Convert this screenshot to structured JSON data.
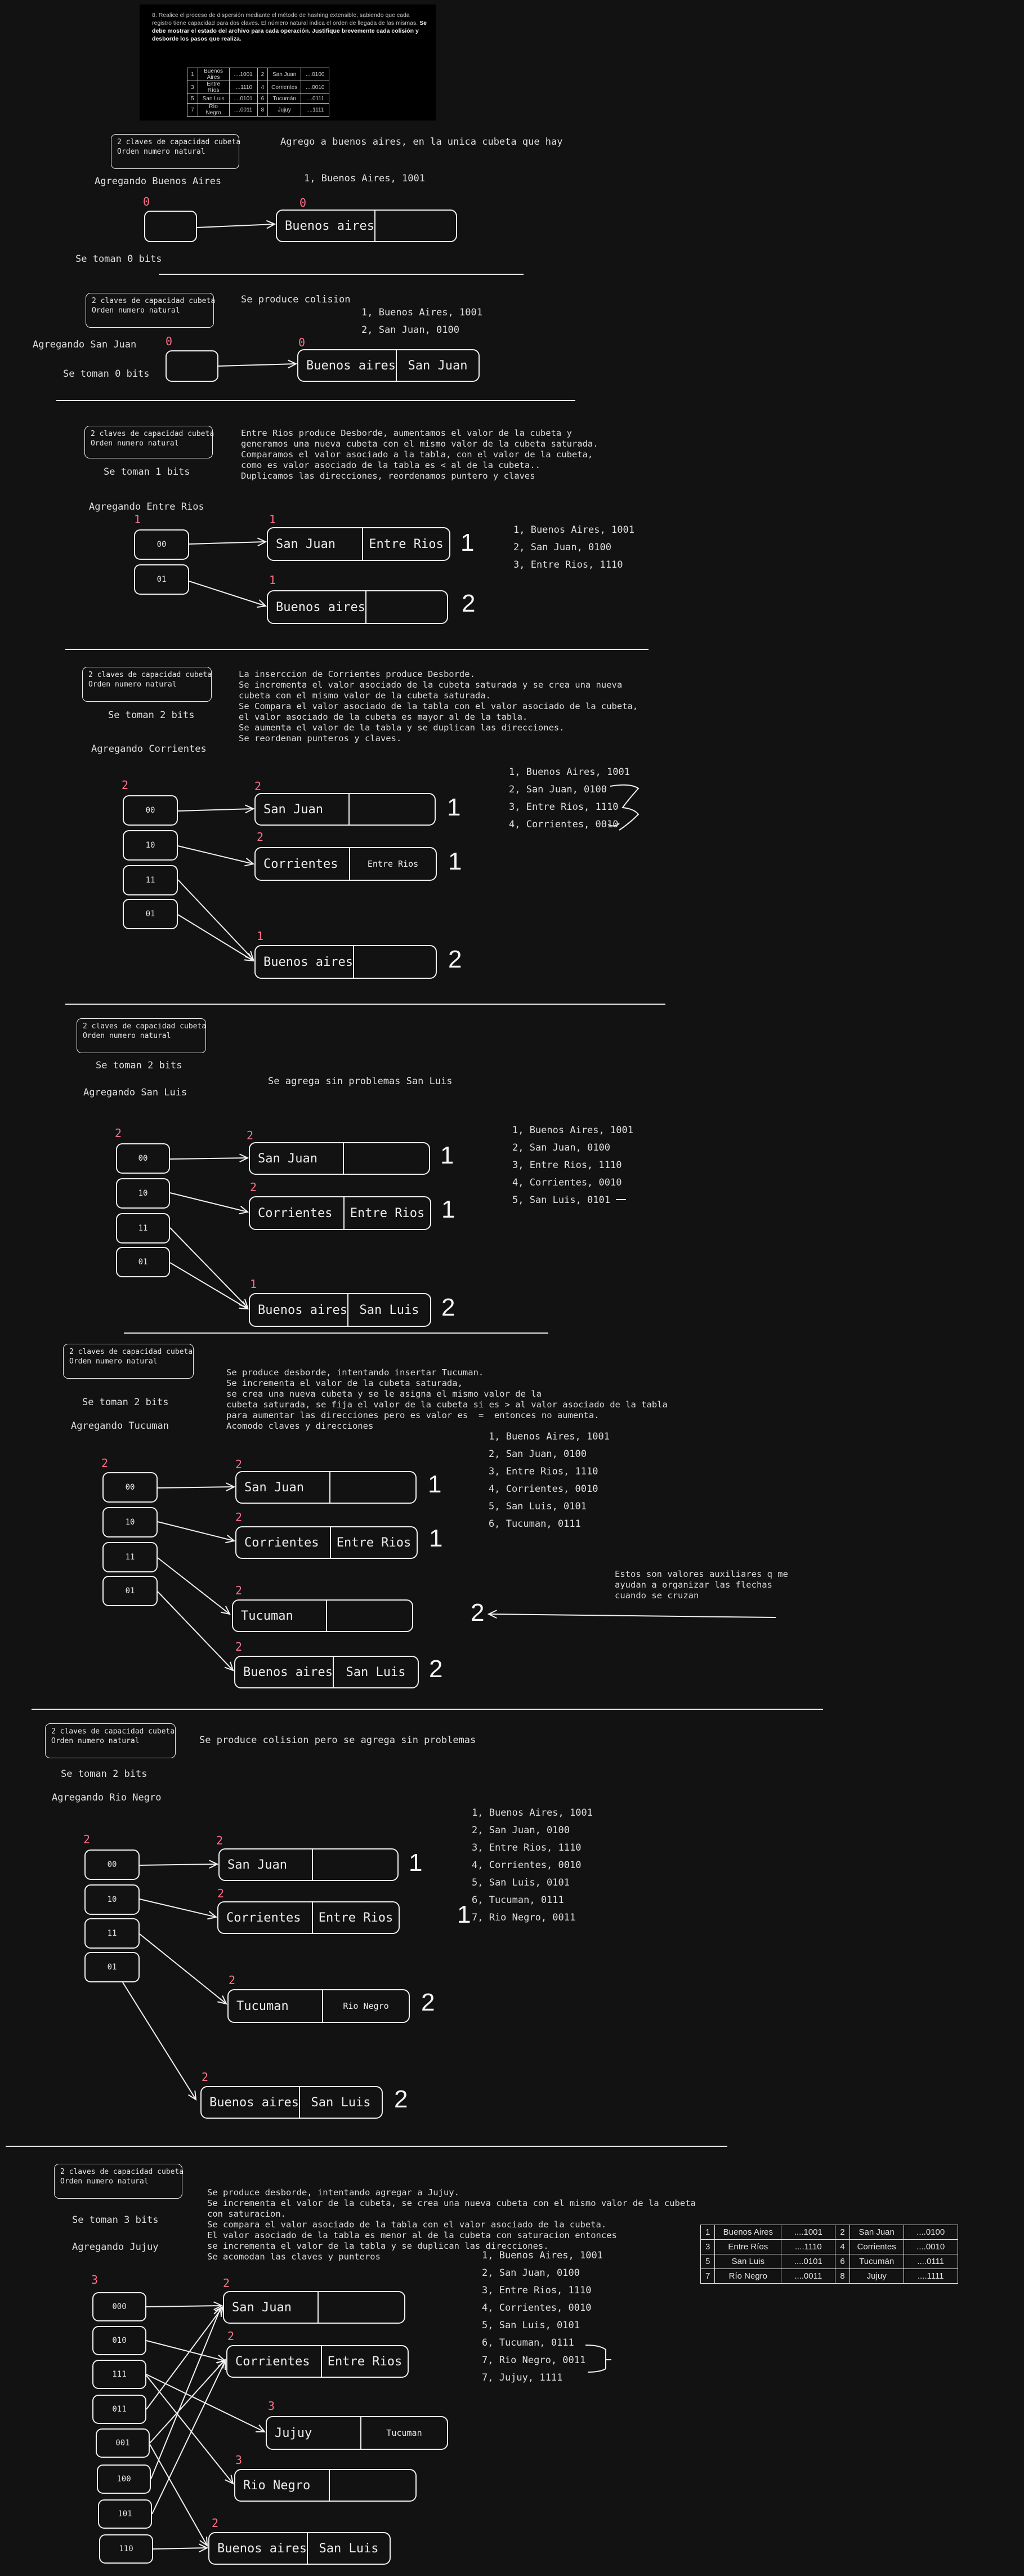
{
  "exercise": {
    "number": "8.",
    "text_plain": "Realice el proceso de dispersión mediante el método de hashing extensible, sabiendo que cada registro tiene capacidad para dos claves. El número natural indica el orden de llegada de las mismas.",
    "text_bold": "Se debe mostrar el estado del archivo para cada operación. Justifique brevemente cada colisión y desborde los pasos que realiza.",
    "table": [
      [
        "1",
        "Buenos Aires",
        "....1001",
        "2",
        "San Juan",
        "....0100"
      ],
      [
        "3",
        "Entre Ríos",
        "....1110",
        "4",
        "Corrientes",
        "....0010"
      ],
      [
        "5",
        "San Luis",
        "....0101",
        "6",
        "Tucumán",
        "....0111"
      ],
      [
        "7",
        "Río Negro",
        "....0011",
        "8",
        "Jujuy",
        "....1111"
      ]
    ]
  },
  "note": {
    "line1": "2 claves de capacidad cubeta",
    "line2": "Orden numero natural"
  },
  "note_jujuy": {
    "line1": "2 claves de capacidad cubeta",
    "line2": "Orden numero natural"
  },
  "steps": [
    {
      "title": "Agregando Buenos Aires",
      "bits": "Se toman 0 bits",
      "desc": "Agrego a buenos aires, en la unica cubeta que hay",
      "keys": [
        "1, Buenos Aires, 1001"
      ],
      "dir_depth": "0",
      "directory": [
        ""
      ],
      "buckets": [
        {
          "depth": "0",
          "slots": [
            "Buenos aires",
            ""
          ]
        }
      ]
    },
    {
      "title": "Agregando San Juan",
      "bits": "Se toman 0 bits",
      "desc": "Se produce colision",
      "keys": [
        "1, Buenos Aires, 1001",
        "2, San Juan, 0100"
      ],
      "dir_depth": "0",
      "directory": [
        ""
      ],
      "buckets": [
        {
          "depth": "0",
          "slots": [
            "Buenos aires",
            "San Juan"
          ]
        }
      ]
    },
    {
      "title": "Agregando Entre Rios",
      "bits": "Se toman 1 bits",
      "desc": "Entre Rios produce Desborde, aumentamos el valor de la cubeta y\ngeneramos una nueva cubeta con el mismo valor de la cubeta saturada.\nComparamos el valor asociado a la tabla, con el valor de la cubeta,\ncomo es valor asociado de la tabla es < al de la cubeta..\nDuplicamos las direcciones, reordenamos puntero y claves",
      "keys": [
        "1, Buenos Aires, 1001",
        "2, San Juan, 0100",
        "3, Entre Rios, 1110"
      ],
      "dir_depth": "1",
      "directory": [
        "00",
        "01"
      ],
      "buckets": [
        {
          "depth": "1",
          "slots": [
            "San Juan",
            "Entre Rios"
          ],
          "count": "1"
        },
        {
          "depth": "1",
          "slots": [
            "Buenos aires",
            ""
          ],
          "count": "2"
        }
      ]
    },
    {
      "title": "Agregando Corrientes",
      "bits": "Se toman 2 bits",
      "desc": "La inserccion de Corrientes produce Desborde.\nSe incrementa el valor asociado de la cubeta saturada y se crea una nueva\ncubeta con el mismo valor de la cubeta saturada.\nSe Compara el valor asociado de la tabla con el valor asociado de la cubeta,\nel valor asociado de la cubeta es mayor al de la tabla.\nSe aumenta el valor de la tabla y se duplican las direcciones.\nSe reordenan punteros y claves.",
      "keys": [
        "1, Buenos Aires, 1001",
        "2, San Juan, 0100",
        "3, Entre Rios, 1110",
        "4, Corrientes, 0010"
      ],
      "dir_depth": "2",
      "directory": [
        "00",
        "10",
        "11",
        "01"
      ],
      "buckets": [
        {
          "depth": "2",
          "slots": [
            "San Juan",
            ""
          ],
          "count": "1"
        },
        {
          "depth": "2",
          "slots": [
            "Corrientes",
            "Entre Rios"
          ],
          "count": "1"
        },
        {
          "depth": "1",
          "slots": [
            "Buenos aires",
            ""
          ],
          "count": "2"
        }
      ]
    },
    {
      "title": "Agregando San Luis",
      "bits": "Se toman 2 bits",
      "desc": "Se agrega sin problemas San Luis",
      "keys": [
        "1, Buenos Aires, 1001",
        "2, San Juan, 0100",
        "3, Entre Rios, 1110",
        "4, Corrientes, 0010",
        "5, San Luis, 0101"
      ],
      "dir_depth": "2",
      "directory": [
        "00",
        "10",
        "11",
        "01"
      ],
      "buckets": [
        {
          "depth": "2",
          "slots": [
            "San Juan",
            ""
          ],
          "count": "1"
        },
        {
          "depth": "2",
          "slots": [
            "Corrientes",
            "Entre Rios"
          ],
          "count": "1"
        },
        {
          "depth": "1",
          "slots": [
            "Buenos aires",
            "San Luis"
          ],
          "count": "2"
        }
      ]
    },
    {
      "title": "Agregando Tucuman",
      "bits": "Se toman 2 bits",
      "desc": "Se produce desborde, intentando insertar Tucuman.\nSe incrementa el valor de la cubeta saturada,\nse crea una nueva cubeta y se le asigna el mismo valor de la\ncubeta saturada, se fija el valor de la cubeta si es > al valor asociado de la tabla\npara aumentar las direcciones pero es valor es  =  entonces no aumenta.\nAcomodo claves y direcciones",
      "keys": [
        "1, Buenos Aires, 1001",
        "2, San Juan, 0100",
        "3, Entre Rios, 1110",
        "4, Corrientes, 0010",
        "5, San Luis, 0101",
        "6, Tucuman, 0111"
      ],
      "aux": "Estos son valores auxiliares q me\nayudan a organizar las flechas\ncuando se cruzan",
      "dir_depth": "2",
      "directory": [
        "00",
        "10",
        "11",
        "01"
      ],
      "buckets": [
        {
          "depth": "2",
          "slots": [
            "San Juan",
            ""
          ],
          "count": "1"
        },
        {
          "depth": "2",
          "slots": [
            "Corrientes",
            "Entre Rios"
          ],
          "count": "1"
        },
        {
          "depth": "2",
          "slots": [
            "Tucuman",
            ""
          ],
          "count": "2"
        },
        {
          "depth": "2",
          "slots": [
            "Buenos aires",
            "San Luis"
          ],
          "count": "2"
        }
      ]
    },
    {
      "title": "Agregando Rio Negro",
      "bits": "Se toman 2 bits",
      "desc": "Se produce colision pero se agrega sin problemas",
      "keys": [
        "1, Buenos Aires, 1001",
        "2, San Juan, 0100",
        "3, Entre Rios, 1110",
        "4, Corrientes, 0010",
        "5, San Luis, 0101",
        "6, Tucuman, 0111",
        "7, Rio Negro, 0011"
      ],
      "dir_depth": "2",
      "directory": [
        "00",
        "10",
        "11",
        "01"
      ],
      "buckets": [
        {
          "depth": "2",
          "slots": [
            "San Juan",
            ""
          ],
          "count": "1"
        },
        {
          "depth": "2",
          "slots": [
            "Corrientes",
            "Entre Rios"
          ],
          "count": "1"
        },
        {
          "depth": "2",
          "slots": [
            "Tucuman",
            "Rio Negro"
          ],
          "count": "2"
        },
        {
          "depth": "2",
          "slots": [
            "Buenos aires",
            "San Luis"
          ],
          "count": "2"
        }
      ]
    },
    {
      "title": "Agregando Jujuy",
      "bits": "Se toman 3 bits",
      "desc": "Se produce desborde, intentando agregar a Jujuy.\nSe incrementa el valor de la cubeta, se crea una nueva cubeta con el mismo valor de la cubeta\ncon saturacion.\nSe compara el valor asociado de la tabla con el valor asociado de la cubeta.\nEl valor asociado de la tabla es menor al de la cubeta con saturacion entonces\nse incrementa el valor de la tabla y se duplican las direcciones.\nSe acomodan las claves y punteros",
      "keys": [
        "1, Buenos Aires, 1001",
        "2, San Juan, 0100",
        "3, Entre Rios, 1110",
        "4, Corrientes, 0010",
        "5, San Luis, 0101",
        "6, Tucuman, 0111",
        "7, Rio Negro, 0011",
        "7, Jujuy, 1111"
      ],
      "dir_depth": "3",
      "directory": [
        "000",
        "010",
        "111",
        "011",
        "001",
        "100",
        "101",
        "110"
      ],
      "buckets": [
        {
          "depth": "2",
          "slots": [
            "San Juan",
            ""
          ]
        },
        {
          "depth": "2",
          "slots": [
            "Corrientes",
            "Entre Rios"
          ]
        },
        {
          "depth": "3",
          "slots": [
            "Jujuy",
            "Tucuman"
          ]
        },
        {
          "depth": "3",
          "slots": [
            "Rio Negro",
            ""
          ]
        },
        {
          "depth": "2",
          "slots": [
            "Buenos aires",
            "San Luis"
          ]
        }
      ]
    }
  ],
  "final_table": [
    [
      "1",
      "Buenos Aires",
      "....1001",
      "2",
      "San Juan",
      "....0100"
    ],
    [
      "3",
      "Entre Ríos",
      "....1110",
      "4",
      "Corrientes",
      "....0010"
    ],
    [
      "5",
      "San Luis",
      "....0101",
      "6",
      "Tucumán",
      "....0111"
    ],
    [
      "7",
      "Río Negro",
      "....0011",
      "8",
      "Jujuy",
      "....1111"
    ]
  ]
}
